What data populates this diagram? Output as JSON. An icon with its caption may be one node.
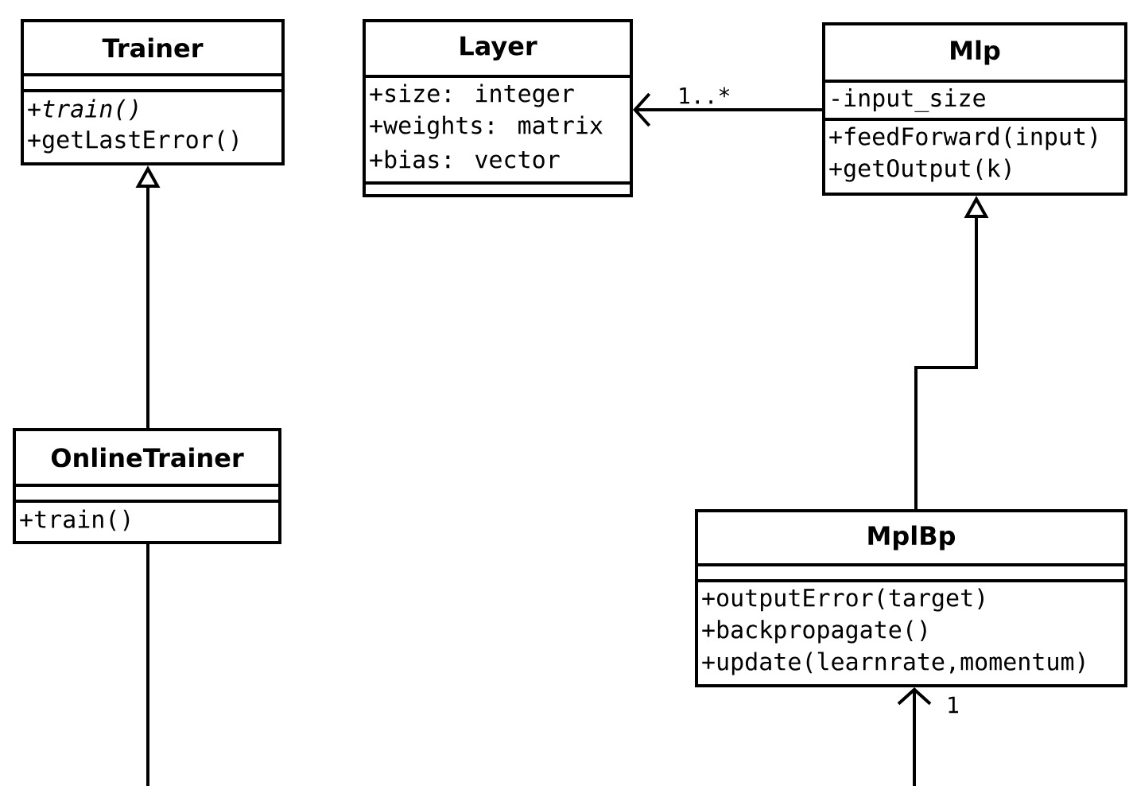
{
  "diagram": {
    "nodes": [
      {
        "text": [
          "Trainer",
          "+*train()*",
          "+getLastError()"
        ]
      },
      {
        "text": [
          "Layer",
          "+size: integer",
          "+weights: matrix",
          "+bias: vector"
        ]
      },
      {
        "text": [
          "Mlp",
          "-input_size",
          "+feedForward(input)",
          "+getOutput(k)"
        ]
      },
      {
        "text": [
          "OnlineTrainer",
          "+train()"
        ]
      },
      {
        "text": [
          "MplBp",
          "+outputError(target)",
          "+backpropagate()",
          "+update(learnrate,momentum)"
        ]
      }
    ],
    "edges": [
      {
        "from": 3,
        "to": 0,
        "arrow": "to"
      },
      {
        "from": 2,
        "to": 1,
        "arrow": "to",
        "label": "1..*"
      },
      {
        "from": 4,
        "to": 2,
        "arrow": "to"
      },
      {
        "from": 3,
        "to": null,
        "arrow": "none"
      },
      {
        "from": null,
        "to": 4,
        "arrow": "to",
        "label": "1"
      }
    ]
  }
}
